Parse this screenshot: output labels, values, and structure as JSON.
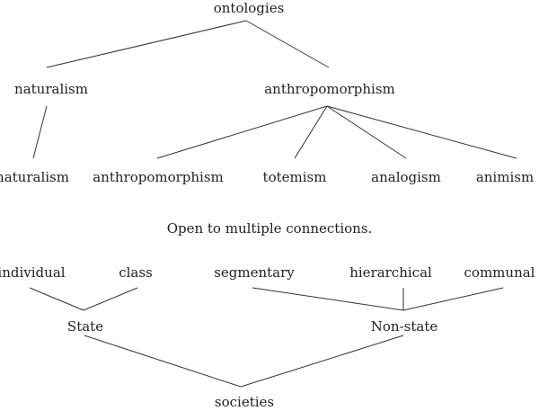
{
  "top_tree": {
    "root": "ontologies",
    "left_branch": "naturalism",
    "right_branch": "anthropomorphism",
    "leaves": [
      "naturalism",
      "anthropomorphism",
      "totemism",
      "analogism",
      "animism"
    ]
  },
  "caption": "Open to multiple connections.",
  "bottom_tree": {
    "left_leaves": [
      "individual",
      "class"
    ],
    "right_leaves": [
      "segmentary",
      "hierarchical",
      "communal"
    ],
    "left_group": "State",
    "right_group": "Non-state",
    "root": "societies"
  }
}
